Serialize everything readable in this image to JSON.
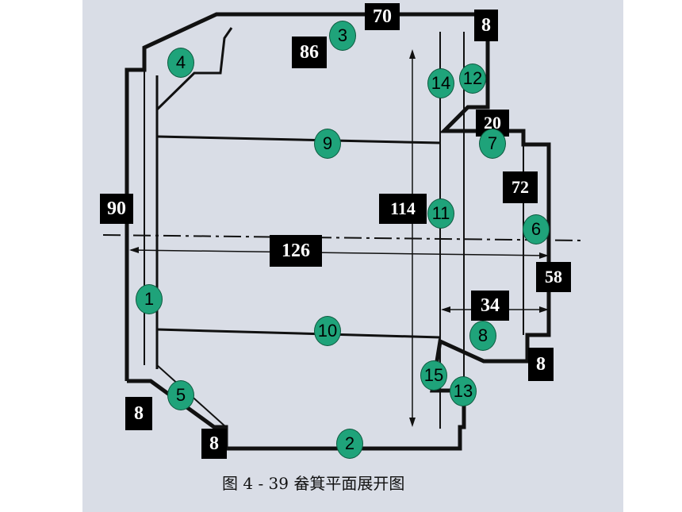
{
  "dimensions": {
    "d70": "70",
    "d8_top": "8",
    "d86": "86",
    "d20": "20",
    "d72": "72",
    "d90": "90",
    "d114": "114",
    "d126": "126",
    "d58": "58",
    "d34": "34",
    "d8_right": "8",
    "d8_left": "8",
    "d8_bottom": "8"
  },
  "parts": [
    "1",
    "2",
    "3",
    "4",
    "5",
    "6",
    "7",
    "8",
    "9",
    "10",
    "11",
    "12",
    "13",
    "14",
    "15"
  ],
  "caption": "图 4 - 39   畚箕平面展开图",
  "colors": {
    "badge_fill": "#1fa37a",
    "dimension_box": "#000000",
    "paper": "#d9dde6",
    "line": "#111111"
  }
}
